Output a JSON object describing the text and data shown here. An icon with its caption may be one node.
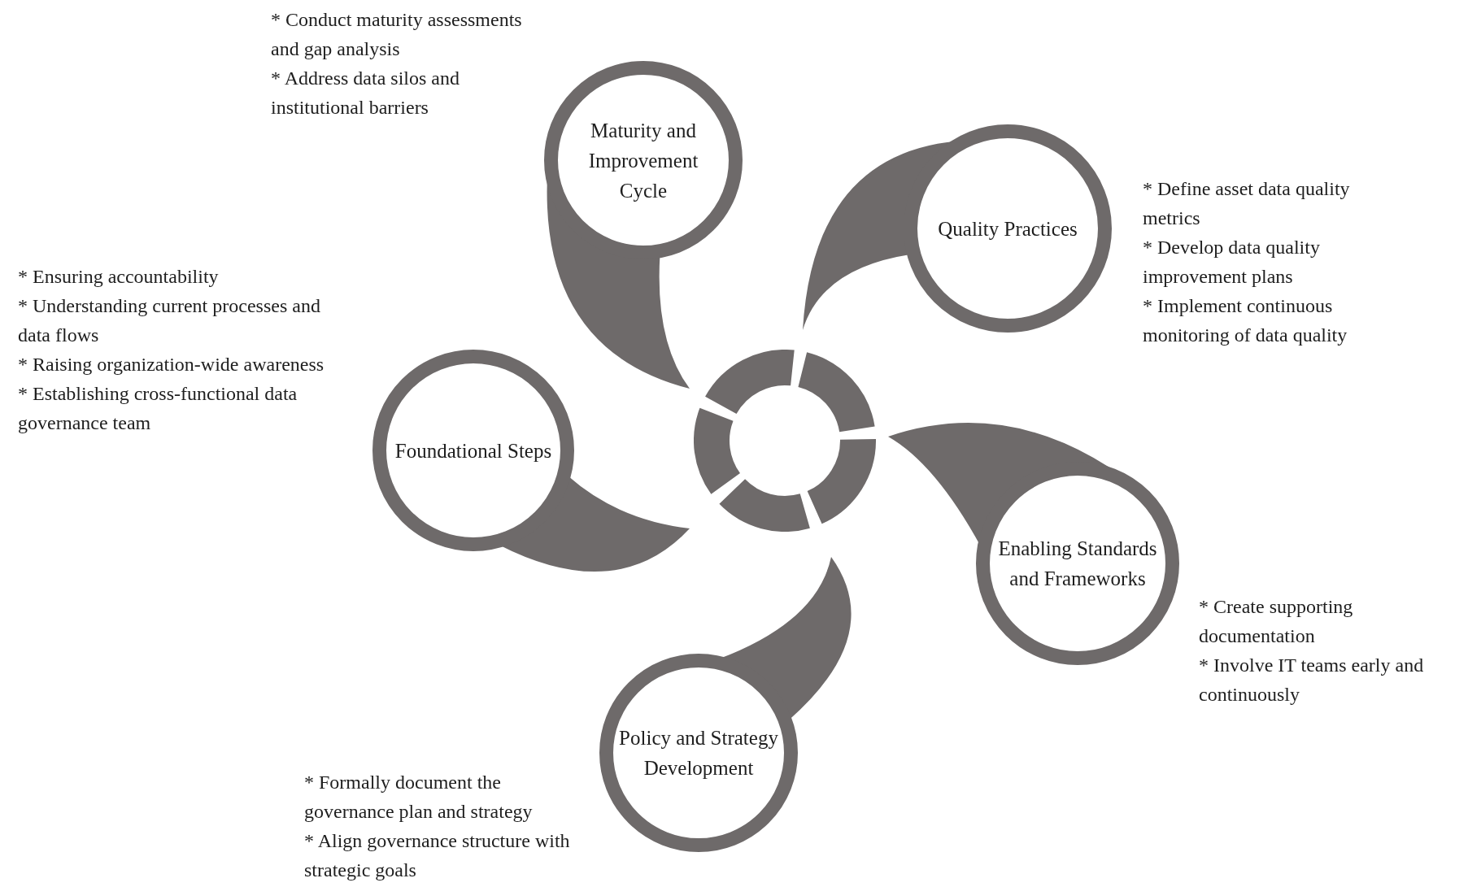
{
  "diagram": {
    "nodes": [
      {
        "text": [
          "Maturity and Improvement Cycle"
        ],
        "beside": [
          "* Conduct maturity assessments and gap analysis",
          "* Address data silos and institutional barriers"
        ]
      },
      {
        "text": [
          "Quality Practices"
        ],
        "beside": [
          "* Define asset data quality metrics",
          "* Develop data quality improvement plans",
          "* Implement continuous monitoring of data quality"
        ]
      },
      {
        "text": [
          "Foundational Steps"
        ],
        "beside": [
          "* Ensuring accountability",
          "* Understanding current processes and data flows",
          "* Raising organization-wide awareness",
          "* Establishing cross-functional data governance team"
        ]
      },
      {
        "text": [],
        "shape": "circle"
      },
      {
        "text": [
          "Enabling Standards and Frameworks"
        ],
        "beside": [
          "* Create supporting documentation",
          "* Involve IT teams early and continuously"
        ]
      },
      {
        "text": [
          "Policy and Strategy Development"
        ],
        "beside": [
          "* Formally document the governance plan and strategy",
          "* Align governance structure with strategic goals"
        ]
      }
    ]
  }
}
